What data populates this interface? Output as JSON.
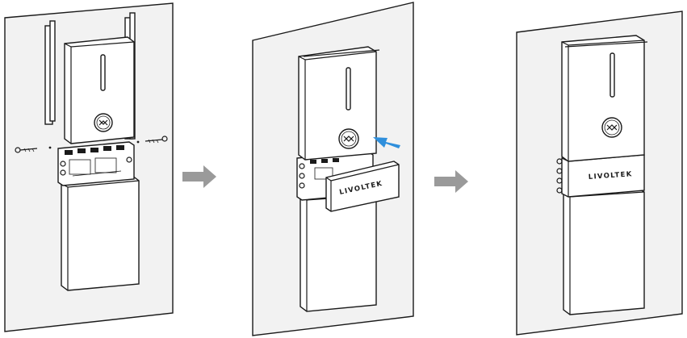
{
  "brand_label": "LIVOLTEK",
  "colors": {
    "push_arrow": "#2f8fdc",
    "step_arrow": "#9a9a9a",
    "wall": "#f2f2f2",
    "outline": "#1a1a1a"
  },
  "icons": [
    "logo-icon",
    "screw-icon",
    "arrow-right-icon"
  ],
  "steps": [
    {
      "name": "remove-cover-and-screws"
    },
    {
      "name": "slide-in-cover"
    },
    {
      "name": "installed"
    }
  ]
}
